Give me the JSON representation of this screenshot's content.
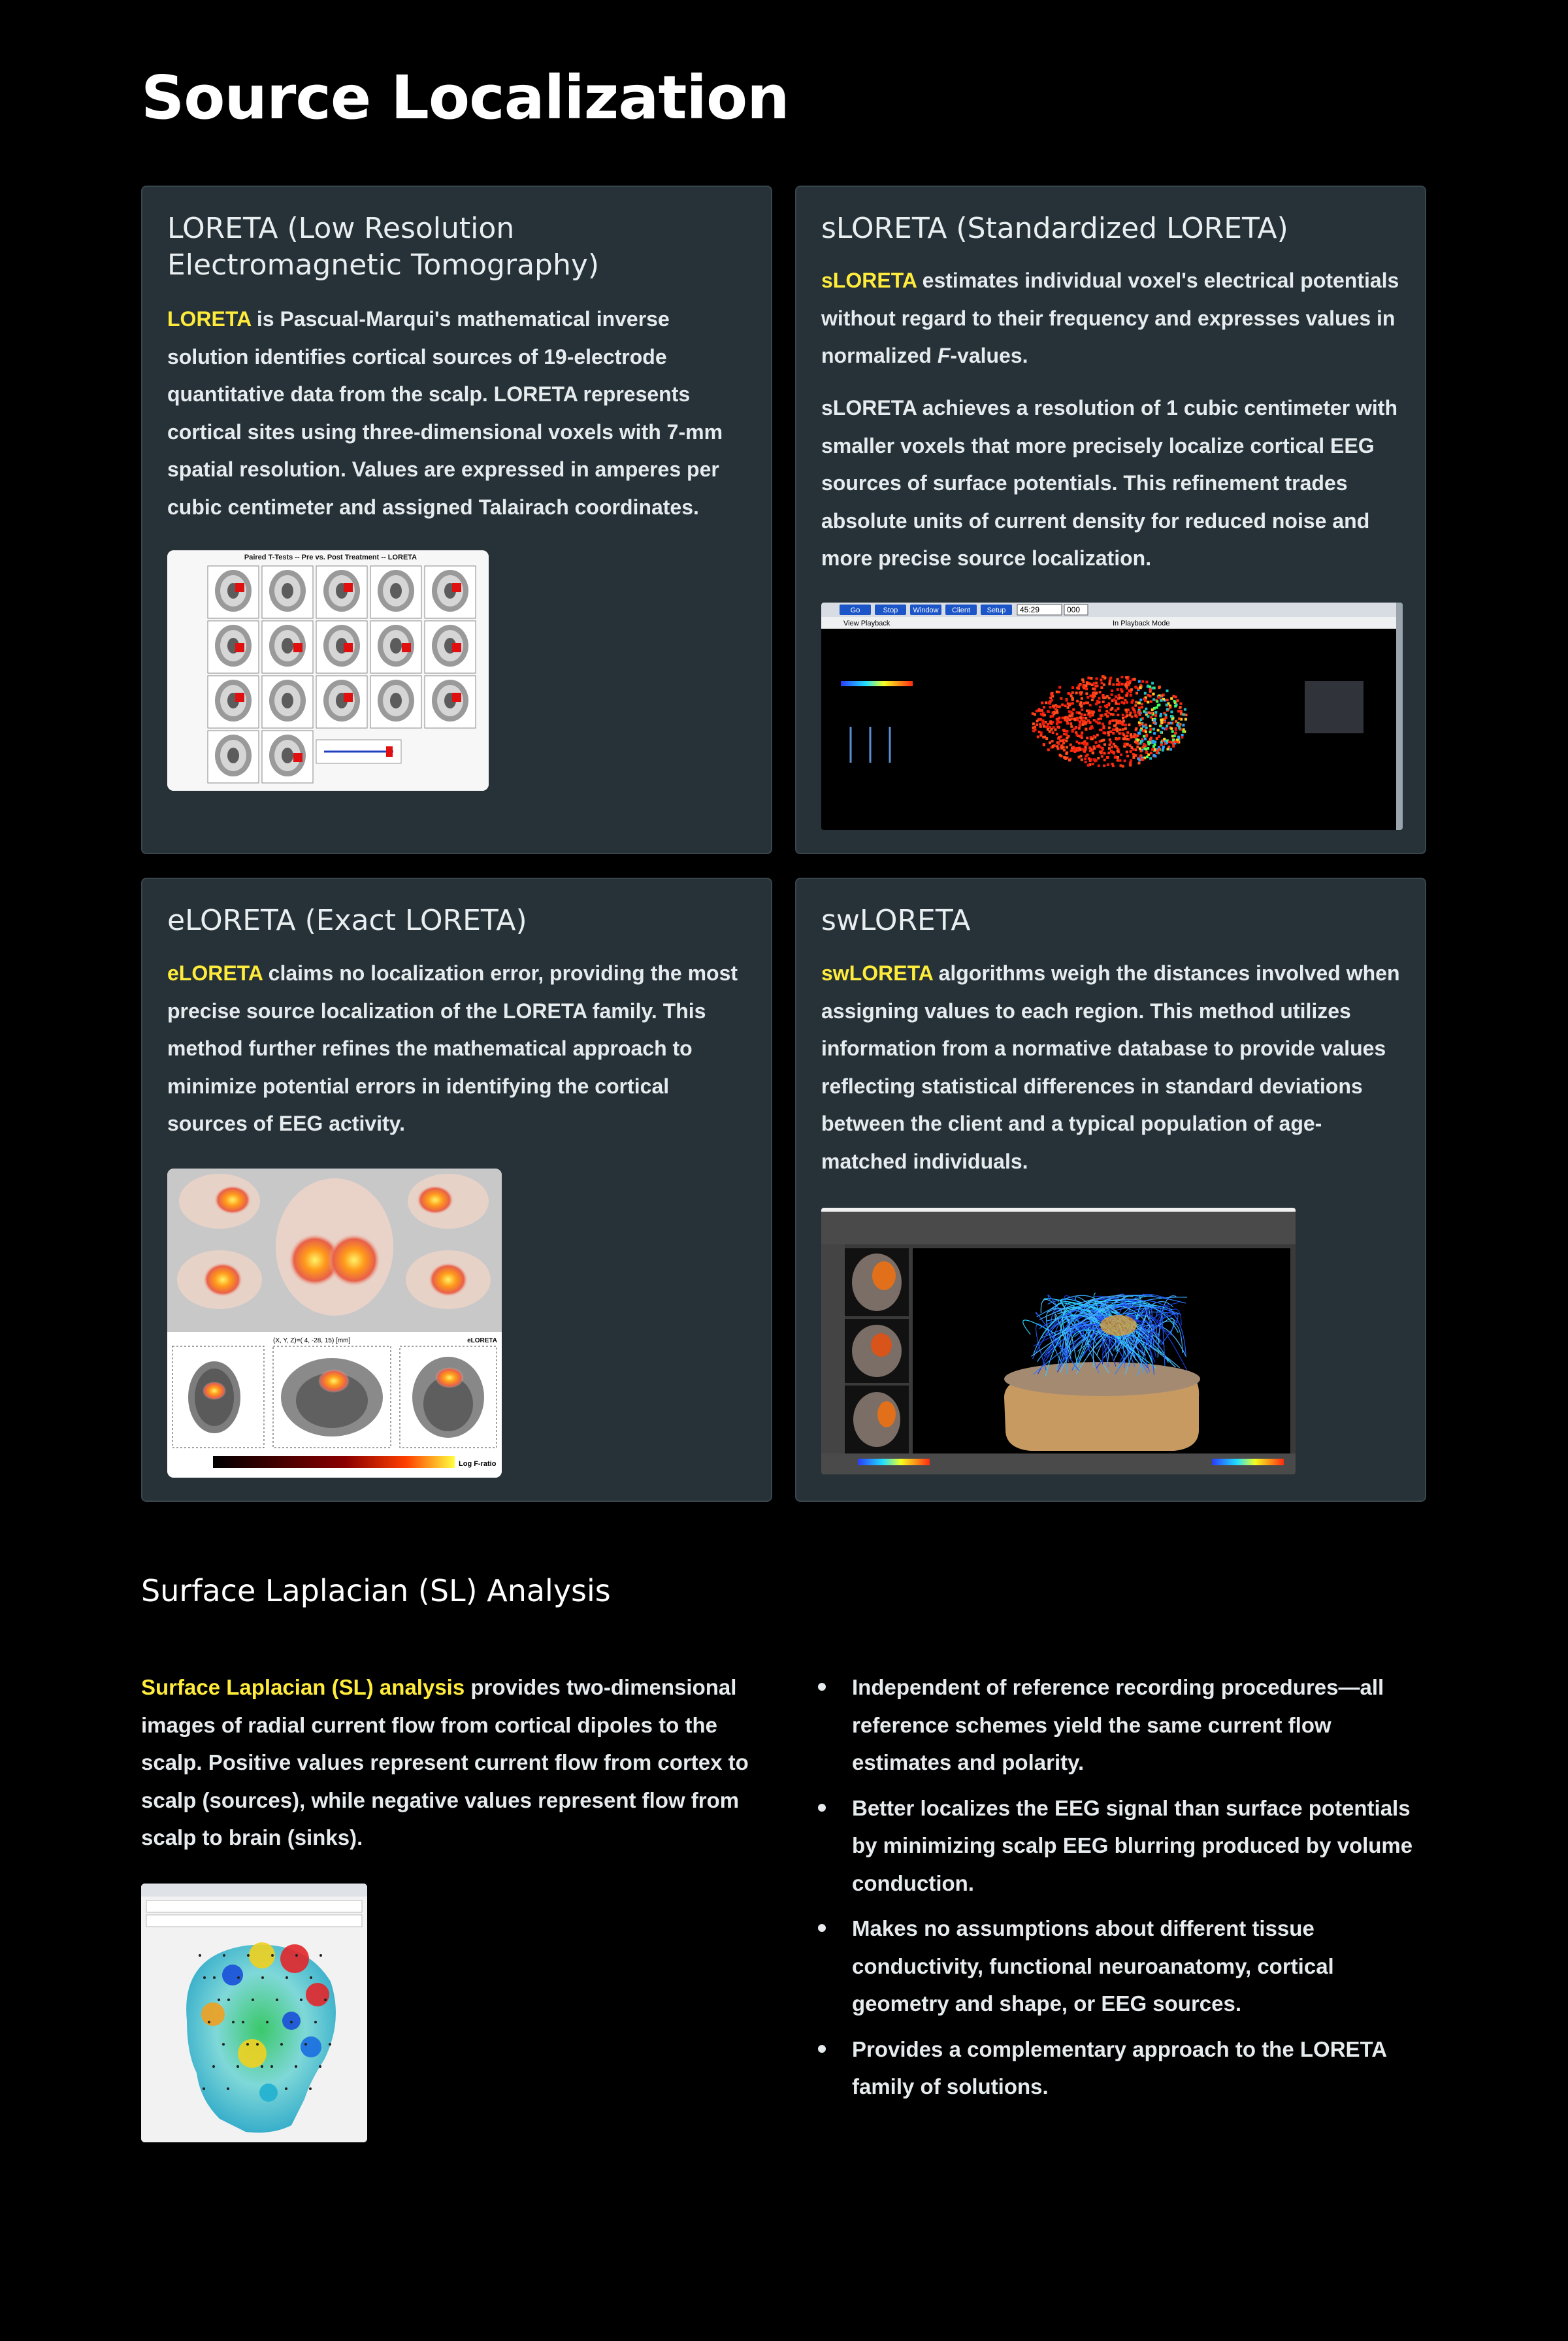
{
  "page": {
    "title": "Source Localization"
  },
  "cards": {
    "loreta": {
      "title": "LORETA (Low Resolution Electromagnetic Tomography)",
      "highlight": "LORETA",
      "text": " is Pascual-Marqui's mathematical inverse solution identifies cortical sources of 19-electrode quantitative data from the scalp. LORETA represents cortical sites using three-dimensional voxels with 7-mm spatial resolution. Values are expressed in amperes per cubic centimeter and assigned Talairach coordinates.",
      "image": {
        "title": "Paired T-Tests -- Pre vs. Post Treatment -- LORETA"
      }
    },
    "sloreta": {
      "title": "sLORETA (Standardized LORETA)",
      "highlight": "sLORETA",
      "text_1_pre": " estimates individual voxel's electrical potentials without regard to their frequency and expresses values in normalized ",
      "text_1_italic": "F",
      "text_1_post": "-values.",
      "text_2": "sLORETA achieves a resolution of 1 cubic centimeter with smaller voxels that more precisely localize cortical EEG sources of surface potentials. This refinement trades absolute units of current density for reduced noise and more precise source localization.",
      "image": {
        "buttons": [
          "Go",
          "Stop",
          "Window",
          "Client",
          "Setup"
        ],
        "time": "45:29",
        "frame": "000",
        "panel_left": "View Playback",
        "panel_right": "In Playback Mode"
      }
    },
    "eloreta": {
      "title": "eLORETA (Exact LORETA)",
      "highlight": "eLORETA",
      "text": " claims no localization error, providing the most precise source localization of the LORETA family. This method further refines the mathematical approach to minimize potential errors in identifying the cortical sources of EEG activity.",
      "image": {
        "coords": "(X, Y, Z)=( 4, -28, 15) [mm]",
        "brand": "eLORETA",
        "scale": "Log F-ratio"
      }
    },
    "swloreta": {
      "title": "swLORETA",
      "highlight": "swLORETA",
      "text": " algorithms weigh the distances involved when assigning values to each region. This method utilizes information from a normative database to provide values reflecting statistical differences in standard deviations between the client and a typical population of age-matched individuals."
    }
  },
  "laplacian": {
    "title": "Surface Laplacian (SL) Analysis",
    "highlight": "Surface Laplacian (SL) analysis",
    "text": " provides two-dimensional images of radial current flow from cortical dipoles to the scalp. Positive values represent current flow from cortex to scalp (sources), while negative values represent flow from scalp to brain (sinks).",
    "bullets": [
      "Independent of reference recording procedures—all reference schemes yield the same current flow estimates and polarity.",
      "Better localizes the EEG signal than surface potentials by minimizing scalp EEG blurring produced by volume conduction.",
      "Makes no assumptions about different tissue conductivity, functional neuroanatomy, cortical geometry and shape, or EEG sources.",
      "Provides a complementary approach to the LORETA family of solutions."
    ]
  },
  "colors": {
    "background": "#000000",
    "card": "#263238",
    "highlight": "#ffeb3b",
    "text": "#e6ebee"
  }
}
